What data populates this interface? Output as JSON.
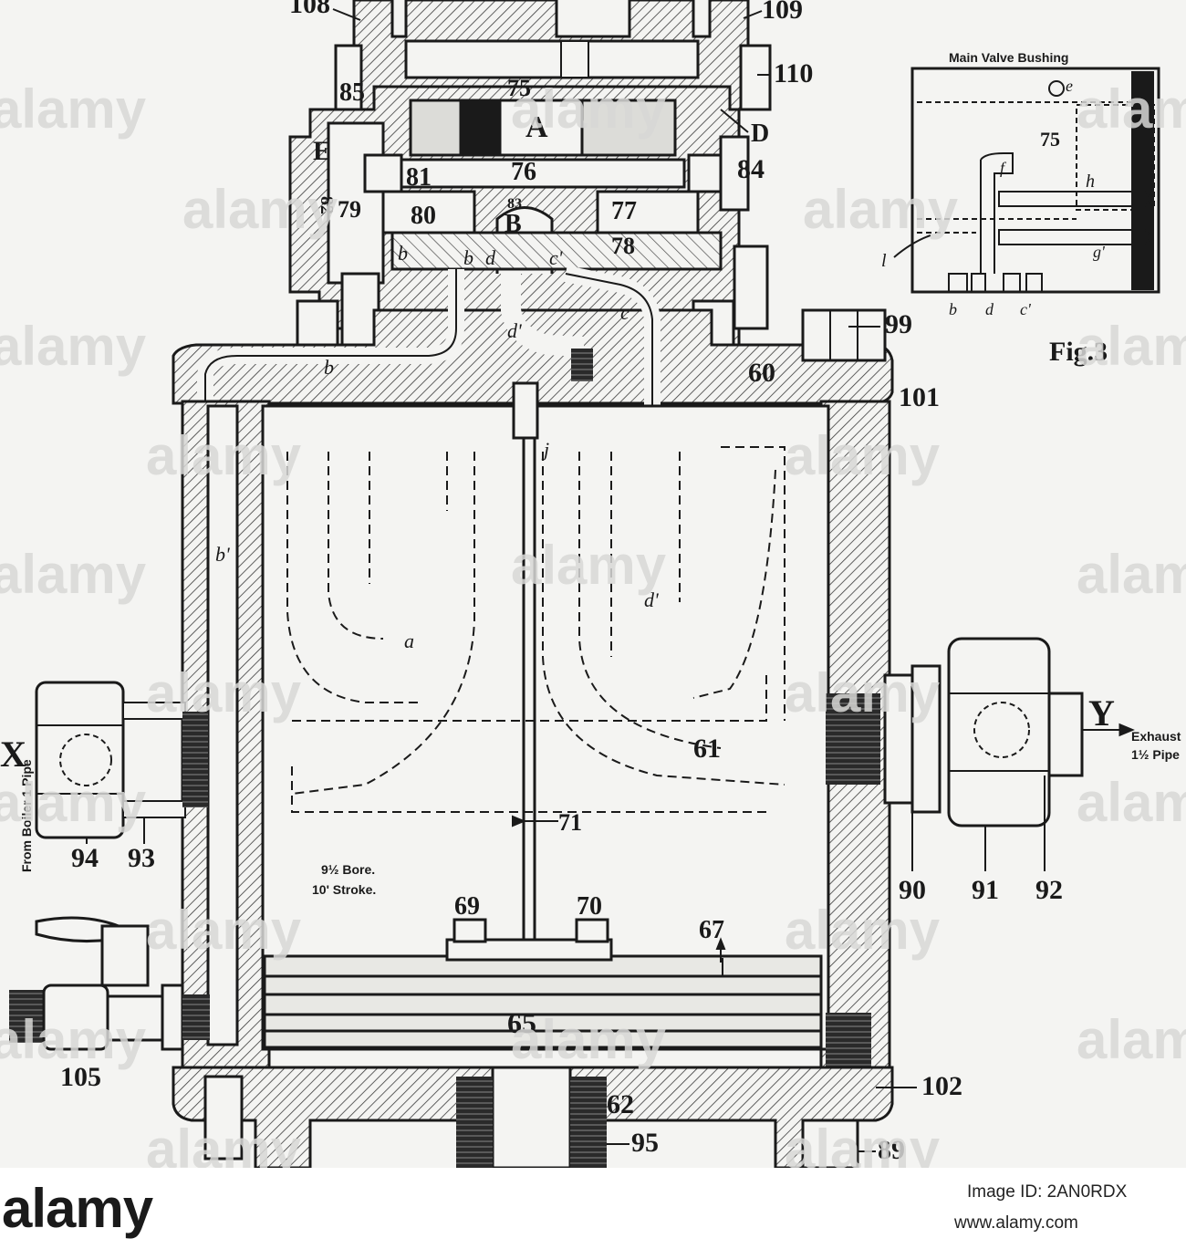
{
  "labels": {
    "n108": "108",
    "n109": "109",
    "n110": "110",
    "n75": "75",
    "n85": "85",
    "A": "A",
    "D": "D",
    "E": "E",
    "n82": "82",
    "n81": "81",
    "n76": "76",
    "n84": "84",
    "n79a": "79",
    "n80": "80",
    "n83": "83",
    "B": "B",
    "n77": "77",
    "n78": "78",
    "b1": "b",
    "b2": "b",
    "d1": "d",
    "c1": "c'",
    "d2": "d'",
    "c2": "c",
    "b3": "b",
    "n99": "99",
    "n60": "60",
    "n101": "101",
    "j": "j",
    "b4": "b'",
    "a": "a",
    "d3": "d'",
    "X": "X",
    "n61": "61",
    "Y": "Y",
    "exhaust": "Exhaust",
    "exhaust_pipe": "1½ Pipe",
    "from_boiler": "From Boiler 1 Pipe",
    "n94": "94",
    "n93": "93",
    "n90": "90",
    "n91": "91",
    "n92": "92",
    "n71": "71",
    "bore": "9½ Bore.",
    "stroke": "10' Stroke.",
    "n69": "69",
    "n70": "70",
    "n67": "67",
    "n65": "65",
    "n105": "105",
    "n102": "102",
    "n62": "62",
    "n95": "95",
    "n89": "89"
  },
  "fig3": {
    "title": "Main Valve Bushing",
    "caption": "Fig.3",
    "n75": "75",
    "e": "e",
    "f": "f",
    "h": "h",
    "g": "g'",
    "l": "l",
    "b": "b",
    "d": "d",
    "c": "c'"
  },
  "watermark": {
    "text": "alamy"
  },
  "footer": {
    "logo": "alamy",
    "image_id": "Image ID: 2AN0RDX",
    "url": "www.alamy.com"
  }
}
